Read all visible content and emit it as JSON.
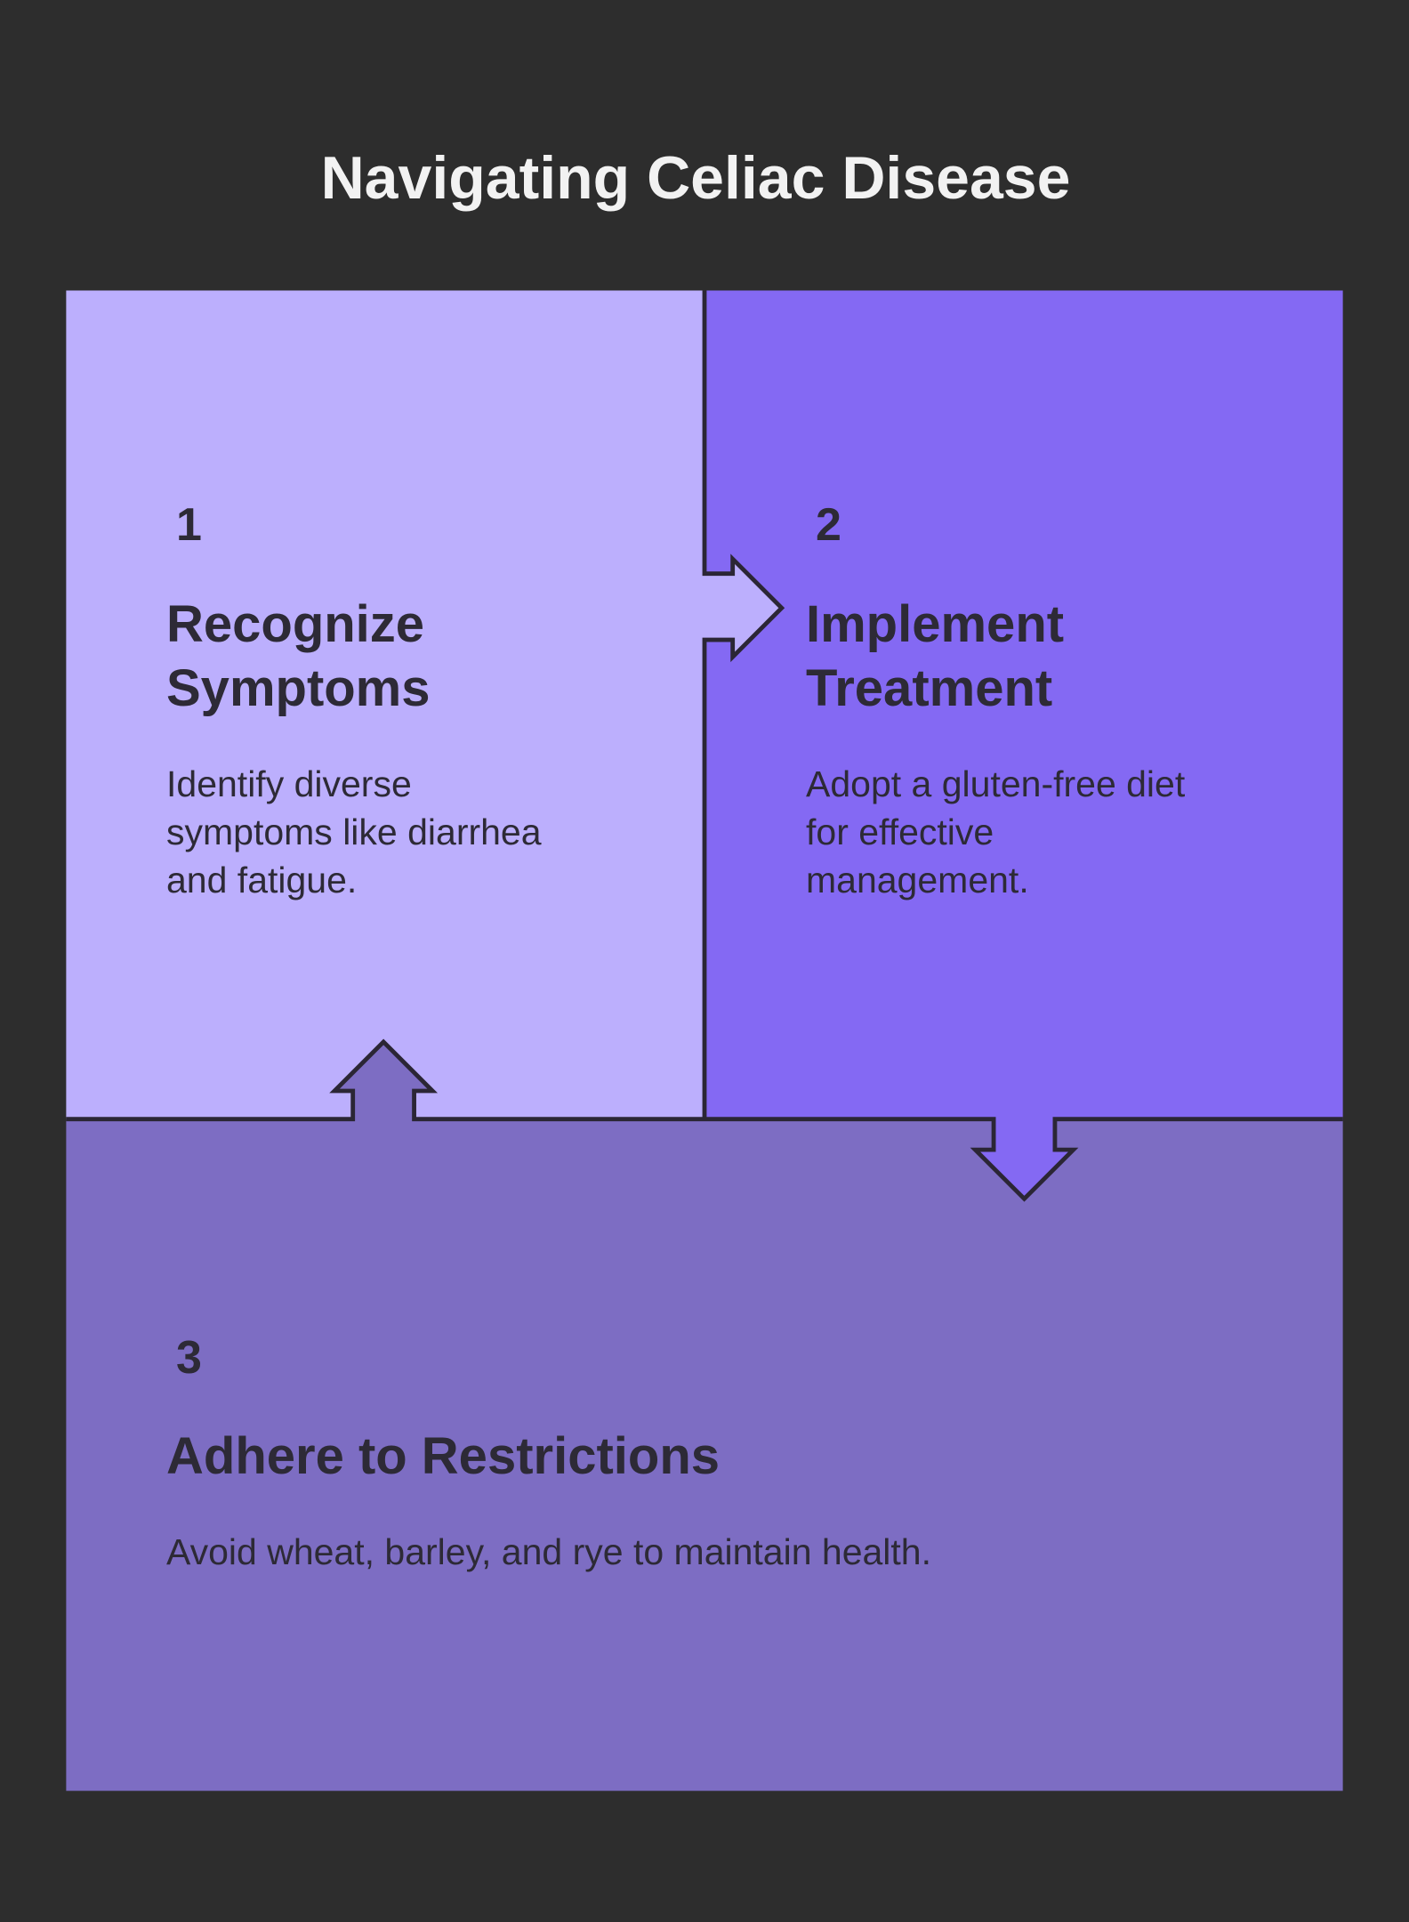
{
  "title": "Navigating Celiac Disease",
  "colors": {
    "background": "#2d2d2d",
    "step1": "#bcaffd",
    "step2": "#8469f3",
    "step3": "#7d6dc3",
    "outline": "#2b2635"
  },
  "steps": [
    {
      "number": "1",
      "heading_lines": [
        "Recognize",
        "Symptoms"
      ],
      "body_lines": [
        "Identify diverse",
        "symptoms like diarrhea",
        "and fatigue."
      ]
    },
    {
      "number": "2",
      "heading_lines": [
        "Implement",
        "Treatment"
      ],
      "body_lines": [
        "Adopt a gluten-free diet",
        "for effective",
        "management."
      ]
    },
    {
      "number": "3",
      "heading_lines": [
        "Adhere to Restrictions"
      ],
      "body_lines": [
        "Avoid wheat, barley, and rye to maintain health."
      ]
    }
  ]
}
